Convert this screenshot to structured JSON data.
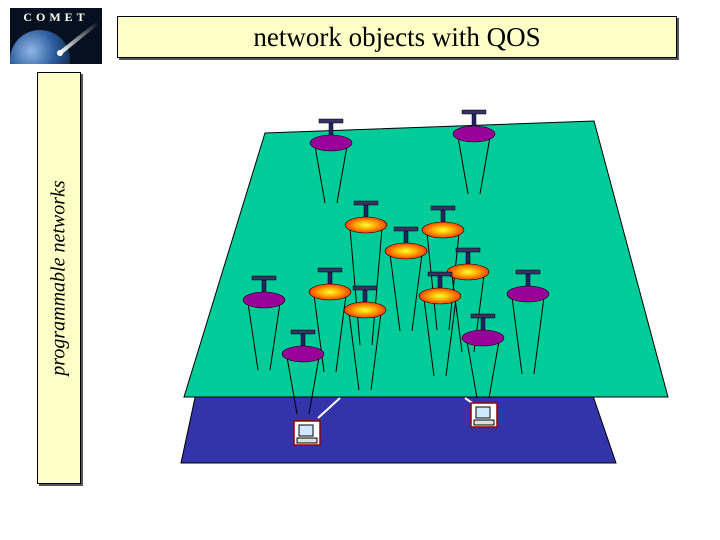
{
  "logo": {
    "text": "COMET",
    "icon": "comet-earth-logo-icon"
  },
  "title": "network objects with QOS",
  "side_label": "programmable networks",
  "colors": {
    "title_bg": "#ffffc8",
    "upper_plane": "#00cc99",
    "lower_plane": "#3333aa",
    "purple_node": "#990099",
    "hot_node_center": "#ffff00",
    "hot_node_edge": "#ff3300"
  },
  "diagram": {
    "upper_plane": "network-object-layer",
    "lower_plane": "physical-network-layer",
    "objects": [
      {
        "name": "network-object-1",
        "kind": "purple"
      },
      {
        "name": "network-object-2",
        "kind": "purple"
      },
      {
        "name": "network-object-3",
        "kind": "hot"
      },
      {
        "name": "network-object-4",
        "kind": "hot"
      },
      {
        "name": "network-object-5",
        "kind": "hot"
      },
      {
        "name": "network-object-6",
        "kind": "hot"
      },
      {
        "name": "network-object-7",
        "kind": "purple"
      },
      {
        "name": "network-object-8",
        "kind": "hot"
      },
      {
        "name": "network-object-9",
        "kind": "hot"
      },
      {
        "name": "network-object-10",
        "kind": "hot"
      },
      {
        "name": "network-object-11",
        "kind": "purple"
      },
      {
        "name": "network-object-12",
        "kind": "purple"
      },
      {
        "name": "network-object-13",
        "kind": "purple"
      }
    ],
    "computers": [
      {
        "name": "computer-1",
        "icon": "computer-icon"
      },
      {
        "name": "computer-2",
        "icon": "computer-icon"
      }
    ]
  }
}
